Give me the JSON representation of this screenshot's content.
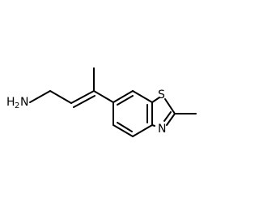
{
  "molecule": {
    "labels": {
      "amine_h": "H",
      "amine_h_count": "2",
      "amine_n": "N",
      "sulfur": "S",
      "ring_nitrogen": "N"
    },
    "colors": {
      "bond": "#000000",
      "text": "#000000",
      "background": "#ffffff"
    }
  }
}
